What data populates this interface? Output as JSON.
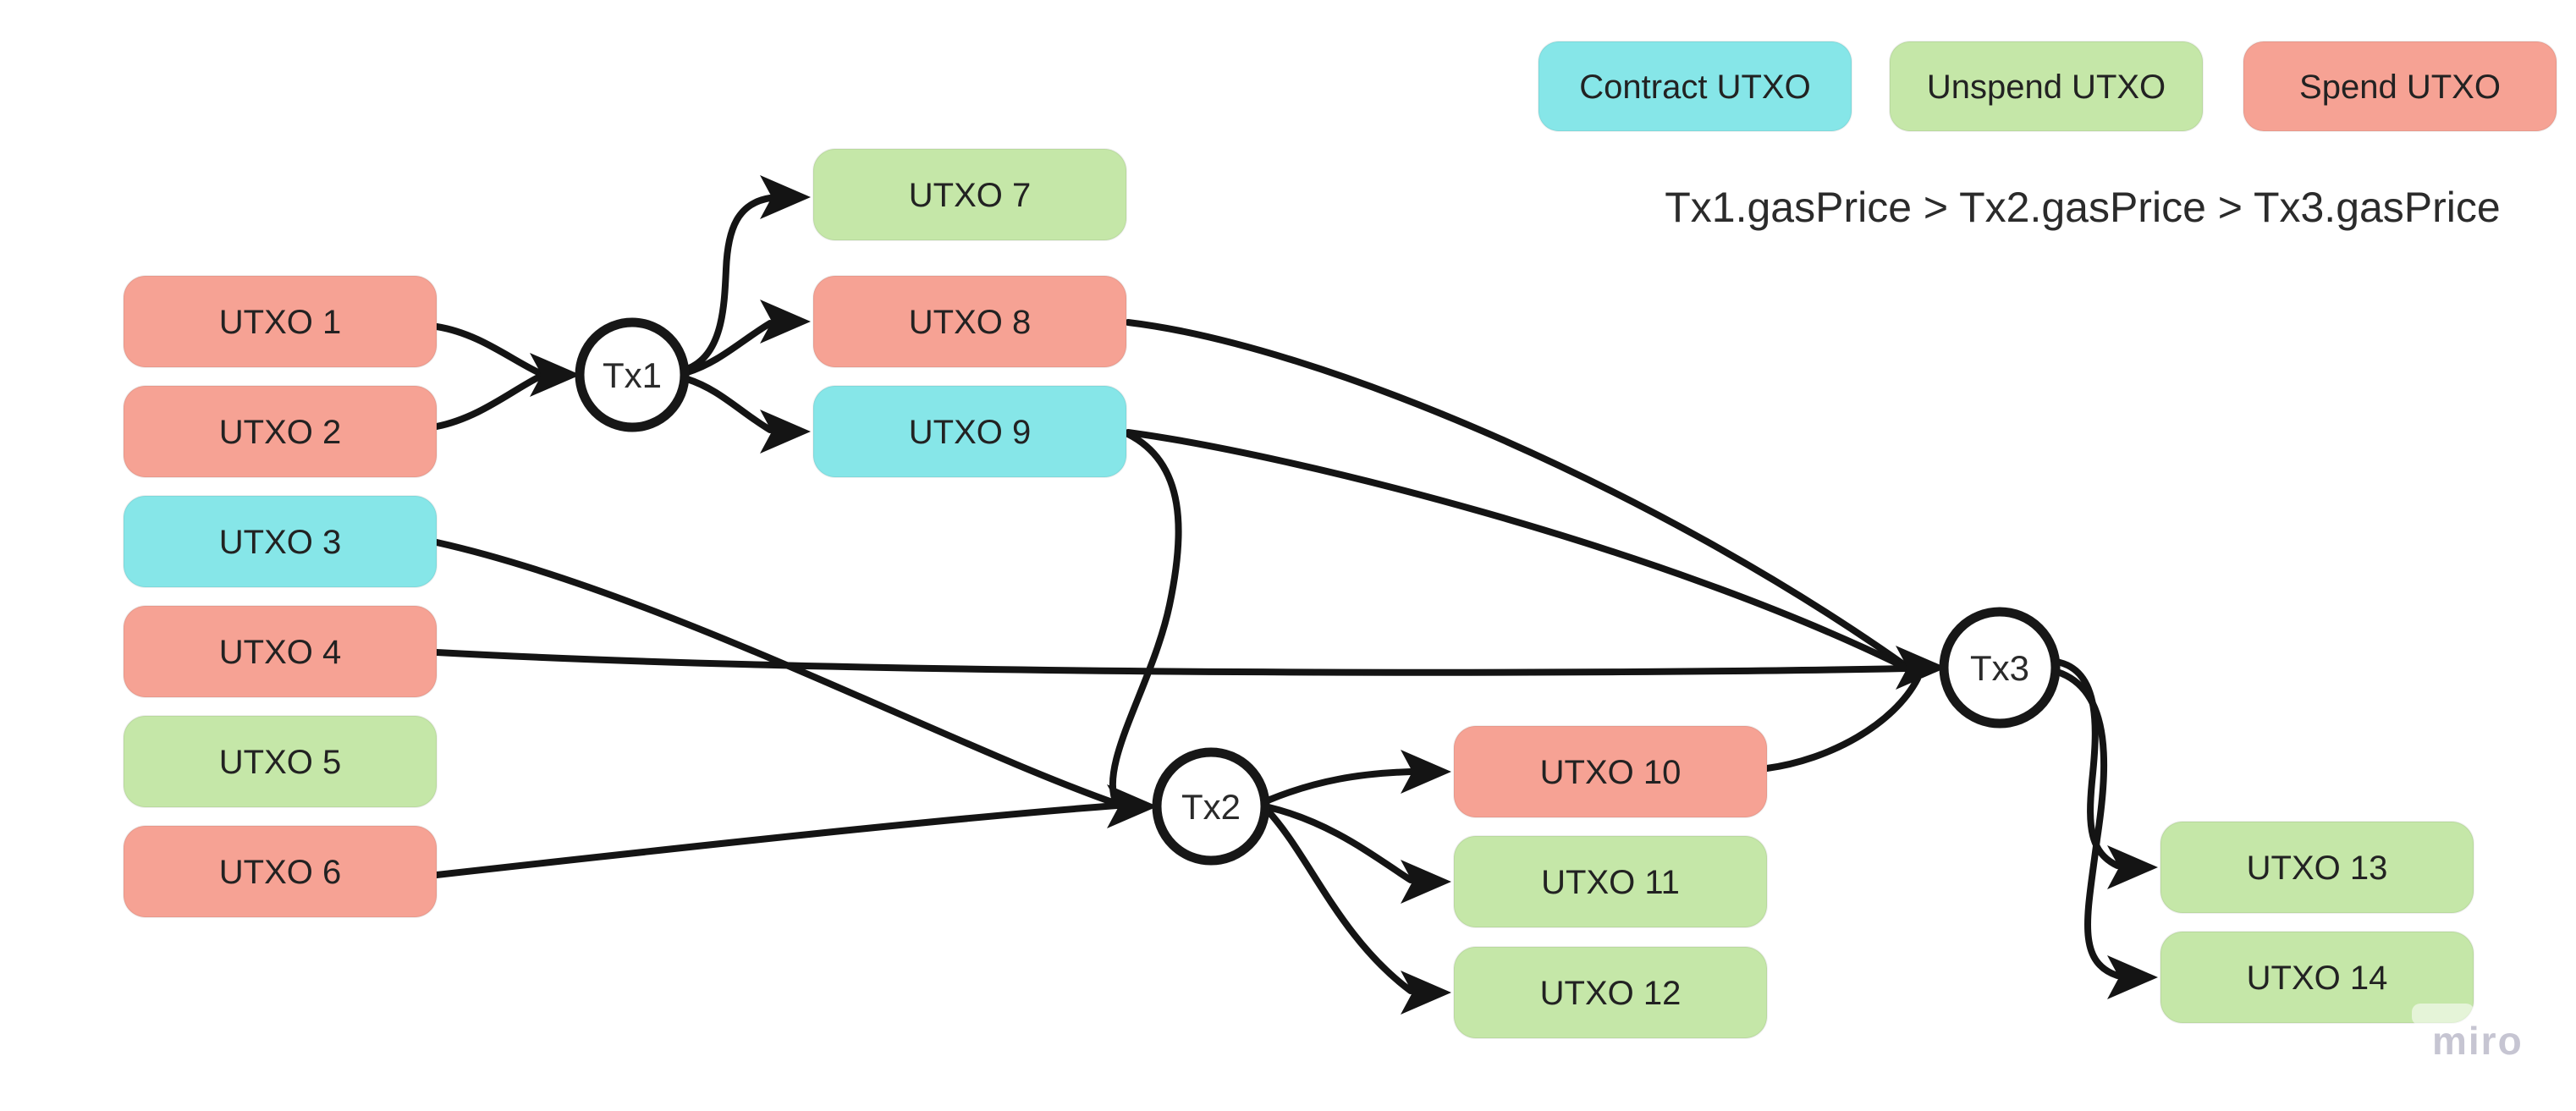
{
  "diagram": {
    "title_note": "Tx1.gasPrice > Tx2.gasPrice > Tx3.gasPrice",
    "watermark": "miro",
    "palette": {
      "contract": "#86E6E8",
      "unspend": "#C5E7A8",
      "spend": "#F6A294",
      "line": "#141414",
      "watermark_gray": "#C6C5D2"
    },
    "legend": {
      "contract": {
        "label": "Contract UTXO",
        "color": "#86E6E8"
      },
      "unspend": {
        "label": "Unspend UTXO",
        "color": "#C5E7A8"
      },
      "spend": {
        "label": "Spend UTXO",
        "color": "#F6A294"
      }
    },
    "nodes": {
      "utxo1": {
        "label": "UTXO 1",
        "type": "spend",
        "color": "#F6A294"
      },
      "utxo2": {
        "label": "UTXO 2",
        "type": "spend",
        "color": "#F6A294"
      },
      "utxo3": {
        "label": "UTXO 3",
        "type": "contract",
        "color": "#86E6E8"
      },
      "utxo4": {
        "label": "UTXO 4",
        "type": "spend",
        "color": "#F6A294"
      },
      "utxo5": {
        "label": "UTXO 5",
        "type": "unspend",
        "color": "#C5E7A8"
      },
      "utxo6": {
        "label": "UTXO 6",
        "type": "spend",
        "color": "#F6A294"
      },
      "utxo7": {
        "label": "UTXO 7",
        "type": "unspend",
        "color": "#C5E7A8"
      },
      "utxo8": {
        "label": "UTXO 8",
        "type": "spend",
        "color": "#F6A294"
      },
      "utxo9": {
        "label": "UTXO 9",
        "type": "contract",
        "color": "#86E6E8"
      },
      "utxo10": {
        "label": "UTXO 10",
        "type": "spend",
        "color": "#F6A294"
      },
      "utxo11": {
        "label": "UTXO 11",
        "type": "unspend",
        "color": "#C5E7A8"
      },
      "utxo12": {
        "label": "UTXO 12",
        "type": "unspend",
        "color": "#C5E7A8"
      },
      "utxo13": {
        "label": "UTXO 13",
        "type": "unspend",
        "color": "#C5E7A8"
      },
      "utxo14": {
        "label": "UTXO 14",
        "type": "unspend",
        "color": "#C5E7A8"
      },
      "tx1": {
        "label": "Tx1"
      },
      "tx2": {
        "label": "Tx2"
      },
      "tx3": {
        "label": "Tx3"
      }
    },
    "edges": [
      {
        "from": "UTXO 1",
        "to": "Tx1"
      },
      {
        "from": "UTXO 2",
        "to": "Tx1"
      },
      {
        "from": "Tx1",
        "to": "UTXO 7"
      },
      {
        "from": "Tx1",
        "to": "UTXO 8"
      },
      {
        "from": "Tx1",
        "to": "UTXO 9"
      },
      {
        "from": "UTXO 3",
        "to": "Tx2"
      },
      {
        "from": "UTXO 6",
        "to": "Tx2"
      },
      {
        "from": "UTXO 9",
        "to": "Tx2"
      },
      {
        "from": "Tx2",
        "to": "UTXO 10"
      },
      {
        "from": "Tx2",
        "to": "UTXO 11"
      },
      {
        "from": "Tx2",
        "to": "UTXO 12"
      },
      {
        "from": "UTXO 4",
        "to": "Tx3"
      },
      {
        "from": "UTXO 8",
        "to": "Tx3"
      },
      {
        "from": "UTXO 9",
        "to": "Tx3"
      },
      {
        "from": "UTXO 10",
        "to": "Tx3"
      },
      {
        "from": "Tx3",
        "to": "UTXO 13"
      },
      {
        "from": "Tx3",
        "to": "UTXO 14"
      }
    ]
  }
}
